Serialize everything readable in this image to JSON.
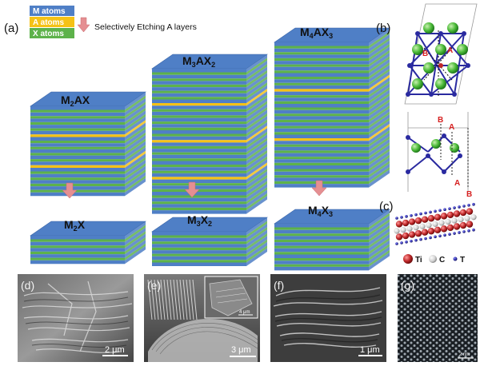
{
  "panels": {
    "a": "(a)",
    "b": "(b)",
    "c": "(c)",
    "d": "(d)",
    "e": "(e)",
    "f": "(f)",
    "g": "(g)"
  },
  "legend": {
    "m_atoms": "M atoms",
    "a_atoms": "A atoms",
    "x_atoms": "X atoms"
  },
  "etching_note": "Selectively Etching A layers",
  "formulas": {
    "m2ax": {
      "base": "M",
      "s1": "2",
      "mid": "AX",
      "s2": "",
      "end": ""
    },
    "m3ax2": {
      "base": "M",
      "s1": "3",
      "mid": "AX",
      "s2": "2",
      "end": ""
    },
    "m4ax3": {
      "base": "M",
      "s1": "4",
      "mid": "AX",
      "s2": "3",
      "end": ""
    },
    "m2x": {
      "base": "M",
      "s1": "2",
      "mid": "X",
      "s2": "",
      "end": ""
    },
    "m3x2": {
      "base": "M",
      "s1": "3",
      "mid": "X",
      "s2": "2",
      "end": ""
    },
    "m4x3": {
      "base": "M",
      "s1": "4",
      "mid": "X",
      "s2": "3",
      "end": ""
    }
  },
  "structure_labels": {
    "a_top": "A",
    "b_top": "B",
    "a_side": "A",
    "b_bottom": "B",
    "a_bottom": "A"
  },
  "atom_legend": {
    "ti": "Ti",
    "c": "C",
    "t": "T"
  },
  "scale_bars": {
    "d": "2 μm",
    "e": "3 μm",
    "e_inset": "4 μm",
    "f": "1 μm",
    "g": "2 nm"
  },
  "colors": {
    "m_layer": "#4f7fc6",
    "a_layer": "#f5c216",
    "x_layer": "#5db24a",
    "arrow": "#e58f92",
    "atom_ti": "#c0282a",
    "atom_c": "#d9d9d9",
    "atom_t": "#2a2aa0"
  }
}
